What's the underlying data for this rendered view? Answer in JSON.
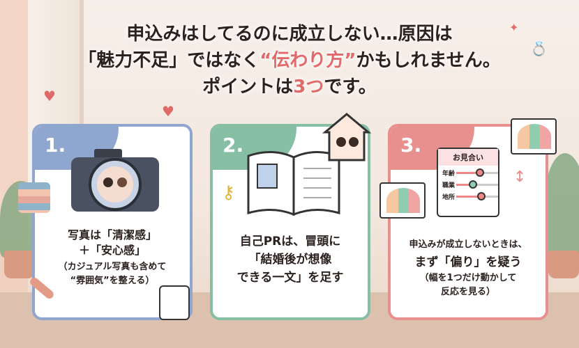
{
  "headline": {
    "line1": "申込みはしてるのに成立しない…原因は",
    "line2_a": "「魅力不足」ではなく",
    "line2_accent": "“伝わり方”",
    "line2_b": "かもしれません。",
    "line3_a": "ポイントは",
    "line3_accent": "3つ",
    "line3_b": "です。"
  },
  "cards": [
    {
      "number": "1.",
      "lines": [
        "写真は「清潔感」",
        "＋「安心感」",
        "（カジュアル写真も含めて",
        "“雰囲気”を整える）"
      ]
    },
    {
      "number": "2.",
      "lines": [
        "自己PRは、冒頭に",
        "「結婚後が想像",
        "できる一文」を足す"
      ]
    },
    {
      "number": "3.",
      "lines": [
        "申込みが成立しないときは、",
        "まず「偏り」を疑う",
        "（幅を1つだけ動かして",
        "反応を見る）"
      ],
      "clipboard": {
        "title": "お見合い",
        "rows": [
          "年齢",
          "職業",
          "地所"
        ]
      }
    }
  ],
  "colors": {
    "card1": "#8fa7cf",
    "card2": "#86bfa4",
    "card3": "#e8908e",
    "accent": "#e06a6a"
  }
}
